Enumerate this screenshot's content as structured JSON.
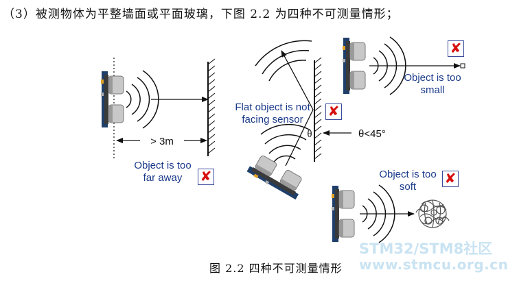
{
  "header": {
    "text": "（3）被测物体为平整墙面或平面玻璃，下图 2.2 为四种不可测量情形；"
  },
  "caption": {
    "text": "图 2.2   四种不可测量情形"
  },
  "scenarios": {
    "far_away": {
      "distance_label": "> 3m",
      "line1": "Object is too",
      "line2": "far away"
    },
    "angled": {
      "line1": "Flat object is not",
      "line2": "facing sensor",
      "theta": "θ",
      "angle_label": "θ<45°"
    },
    "small": {
      "line1": "Object is too",
      "line2": "small"
    },
    "soft": {
      "line1": "Object is too",
      "line2": "soft"
    }
  },
  "fail_mark": "✘",
  "watermark": {
    "line1": "STM32/STM8社区",
    "line2": "www.stmcu.org.cn"
  },
  "colors": {
    "label": "#1a3a8a",
    "x_mark": "#d81010",
    "sensor_body": "#3a3a3a",
    "transducer": "#c8c8c8",
    "watermark": "#c9e3f2"
  }
}
